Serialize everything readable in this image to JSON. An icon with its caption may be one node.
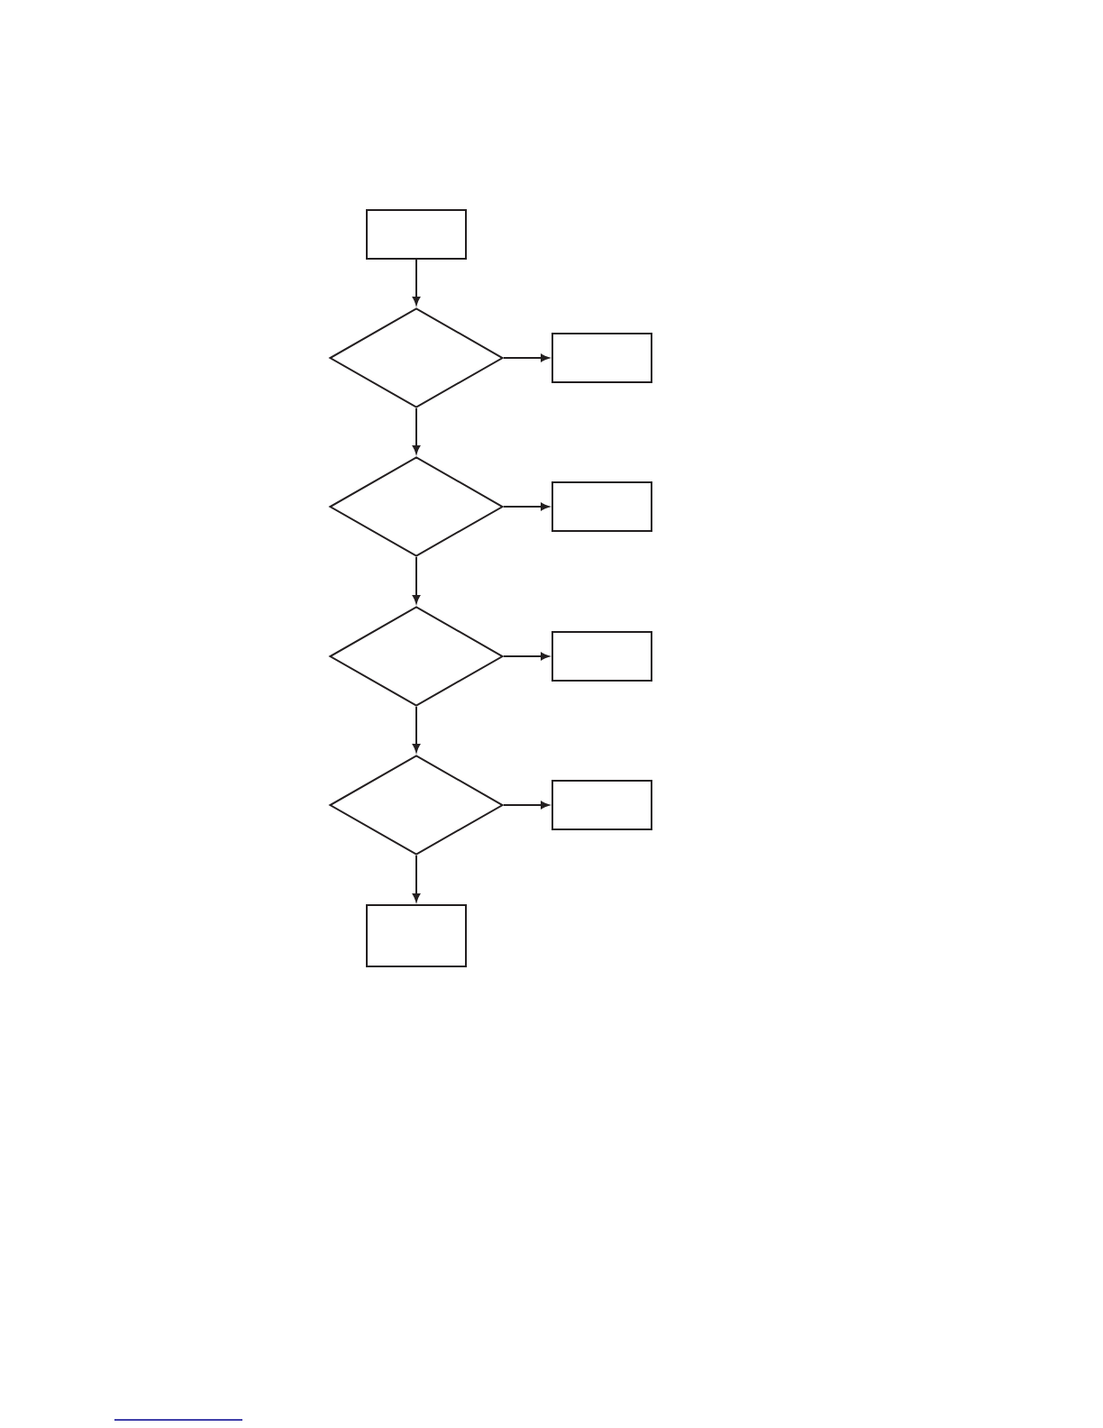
{
  "diagram": {
    "nodes": [
      {
        "text": [],
        "shape": "box"
      },
      {
        "text": [],
        "shape": "diamond"
      },
      {
        "text": [],
        "shape": "box"
      },
      {
        "text": [],
        "shape": "diamond"
      },
      {
        "text": [],
        "shape": "box"
      },
      {
        "text": [],
        "shape": "diamond"
      },
      {
        "text": [],
        "shape": "box"
      },
      {
        "text": [],
        "shape": "diamond"
      },
      {
        "text": [],
        "shape": "box"
      },
      {
        "text": [],
        "shape": "box"
      }
    ],
    "edges": [
      {
        "from": 0,
        "to": 1,
        "arrow": "to"
      },
      {
        "from": 1,
        "to": 2,
        "arrow": "to"
      },
      {
        "from": 1,
        "to": 3,
        "arrow": "to"
      },
      {
        "from": 3,
        "to": 4,
        "arrow": "to"
      },
      {
        "from": 3,
        "to": 5,
        "arrow": "to"
      },
      {
        "from": 5,
        "to": 6,
        "arrow": "to"
      },
      {
        "from": 5,
        "to": 7,
        "arrow": "to"
      },
      {
        "from": 7,
        "to": 8,
        "arrow": "to"
      },
      {
        "from": 7,
        "to": 9,
        "arrow": "to"
      }
    ]
  }
}
